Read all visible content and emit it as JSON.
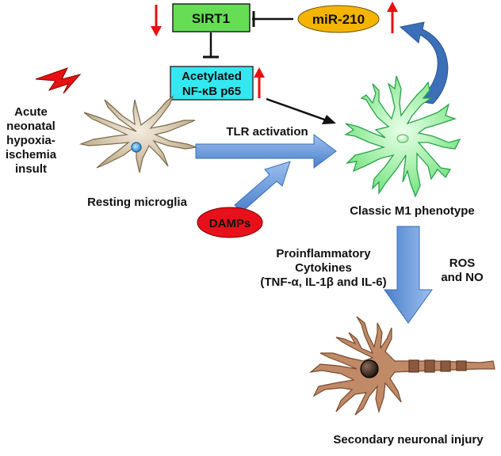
{
  "nodes": {
    "sirt1": "SIRT1",
    "mir210": "miR-210",
    "nfkb_line1": "Acetylated",
    "nfkb_line2": "NF-κB p65",
    "damps": "DAMPs"
  },
  "labels": {
    "insult": "Acute\nneonatal\nhypoxia-\nischemia\ninsult",
    "resting": "Resting microglia",
    "tlr": "TLR activation",
    "m1": "Classic M1 phenotype",
    "cytokines": "Proinflammatory\nCytokines\n(TNF-α, IL-1β and IL-6)",
    "ros": "ROS\nand NO",
    "injury": "Secondary neuronal injury"
  },
  "colors": {
    "sirt1_fill": "#66dd55",
    "nfkb_fill": "#33e8f0",
    "mir_fill": "#f5b400",
    "damps_fill": "#e8101a",
    "arrow_blue": "#5b8fd6",
    "down_up_red": "#e81010",
    "resting_cell": "#d6c6a6",
    "m1_cell": "#8af08e",
    "neuron": "#b07a5a"
  },
  "icons": [
    "lightning-bolt-icon",
    "down-arrow-icon",
    "up-arrow-icon"
  ]
}
